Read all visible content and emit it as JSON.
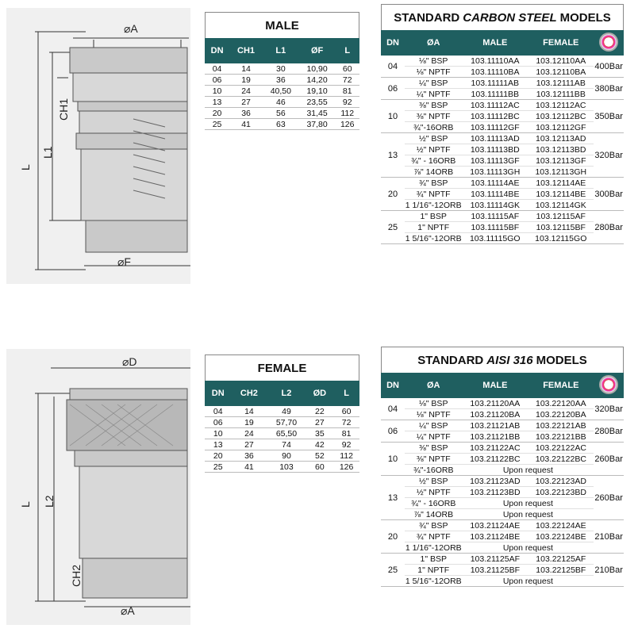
{
  "male_drawing": {
    "dim_a": "⌀A",
    "dim_f": "⌀F",
    "dim_ch1": "CH1",
    "dim_l1": "L1",
    "dim_l": "L"
  },
  "female_drawing": {
    "dim_d": "⌀D",
    "dim_a": "⌀A",
    "dim_ch2": "CH2",
    "dim_l2": "L2",
    "dim_l": "L"
  },
  "male_table": {
    "title": "MALE",
    "headers": [
      "DN",
      "CH1",
      "L1",
      "ØF",
      "L"
    ],
    "rows": [
      [
        "04",
        "14",
        "30",
        "10,90",
        "60"
      ],
      [
        "06",
        "19",
        "36",
        "14,20",
        "72"
      ],
      [
        "10",
        "24",
        "40,50",
        "19,10",
        "81"
      ],
      [
        "13",
        "27",
        "46",
        "23,55",
        "92"
      ],
      [
        "20",
        "36",
        "56",
        "31,45",
        "112"
      ],
      [
        "25",
        "41",
        "63",
        "37,80",
        "126"
      ]
    ]
  },
  "female_table": {
    "title": "FEMALE",
    "headers": [
      "DN",
      "CH2",
      "L2",
      "ØD",
      "L"
    ],
    "rows": [
      [
        "04",
        "14",
        "49",
        "22",
        "60"
      ],
      [
        "06",
        "19",
        "57,70",
        "27",
        "72"
      ],
      [
        "10",
        "24",
        "65,50",
        "35",
        "81"
      ],
      [
        "13",
        "27",
        "74",
        "42",
        "92"
      ],
      [
        "20",
        "36",
        "90",
        "52",
        "112"
      ],
      [
        "25",
        "41",
        "103",
        "60",
        "126"
      ]
    ]
  },
  "carbon_table": {
    "title_pre": "STANDARD",
    "title_em": "CARBON STEEL",
    "title_post": "MODELS",
    "headers": [
      "DN",
      "ØA",
      "MALE",
      "FEMALE"
    ],
    "pressure_icon": "pressure-gauge-icon",
    "groups": [
      {
        "dn": "04",
        "pressure": "400Bar",
        "rows": [
          [
            "⅛\" BSP",
            "103.11110AA",
            "103.12110AA"
          ],
          [
            "⅛\" NPTF",
            "103.11110BA",
            "103.12110BA"
          ]
        ]
      },
      {
        "dn": "06",
        "pressure": "380Bar",
        "rows": [
          [
            "¼\" BSP",
            "103.11111AB",
            "103.12111AB"
          ],
          [
            "¼\" NPTF",
            "103.11111BB",
            "103.12111BB"
          ]
        ]
      },
      {
        "dn": "10",
        "pressure": "350Bar",
        "rows": [
          [
            "⅜\" BSP",
            "103.11112AC",
            "103.12112AC"
          ],
          [
            "⅜\" NPTF",
            "103.11112BC",
            "103.12112BC"
          ],
          [
            "¾\"-16ORB",
            "103.11112GF",
            "103.12112GF"
          ]
        ]
      },
      {
        "dn": "13",
        "pressure": "320Bar",
        "rows": [
          [
            "½\" BSP",
            "103.11113AD",
            "103.12113AD"
          ],
          [
            "½\" NPTF",
            "103.11113BD",
            "103.12113BD"
          ],
          [
            "¾\" - 16ORB",
            "103.11113GF",
            "103.12113GF"
          ],
          [
            "⅞\" 14ORB",
            "103.11113GH",
            "103.12113GH"
          ]
        ]
      },
      {
        "dn": "20",
        "pressure": "300Bar",
        "rows": [
          [
            "¾\" BSP",
            "103.11114AE",
            "103.12114AE"
          ],
          [
            "¾\" NPTF",
            "103.11114BE",
            "103.12114BE"
          ],
          [
            "1 1/16\"-12ORB",
            "103.11114GK",
            "103.12114GK"
          ]
        ]
      },
      {
        "dn": "25",
        "pressure": "280Bar",
        "rows": [
          [
            "1\" BSP",
            "103.11115AF",
            "103.12115AF"
          ],
          [
            "1\" NPTF",
            "103.11115BF",
            "103.12115BF"
          ],
          [
            "1 5/16\"-12ORB",
            "103.11115GO",
            "103.12115GO"
          ]
        ]
      }
    ]
  },
  "aisi_table": {
    "title_pre": "STANDARD",
    "title_em": "AISI 316",
    "title_post": "MODELS",
    "headers": [
      "DN",
      "ØA",
      "MALE",
      "FEMALE"
    ],
    "pressure_icon": "pressure-gauge-icon",
    "groups": [
      {
        "dn": "04",
        "pressure": "320Bar",
        "rows": [
          [
            "⅛\" BSP",
            "103.21120AA",
            "103.22120AA"
          ],
          [
            "⅛\" NPTF",
            "103.21120BA",
            "103.22120BA"
          ]
        ]
      },
      {
        "dn": "06",
        "pressure": "280Bar",
        "rows": [
          [
            "¼\" BSP",
            "103.21121AB",
            "103.22121AB"
          ],
          [
            "¼\" NPTF",
            "103.21121BB",
            "103.22121BB"
          ]
        ]
      },
      {
        "dn": "10",
        "pressure": "260Bar",
        "rows": [
          [
            "⅜\" BSP",
            "103.21122AC",
            "103.22122AC"
          ],
          [
            "⅜\" NPTF",
            "103.21122BC",
            "103.22122BC"
          ],
          [
            "¾\"-16ORB",
            "Upon request",
            ""
          ]
        ]
      },
      {
        "dn": "13",
        "pressure": "260Bar",
        "rows": [
          [
            "½\" BSP",
            "103.21123AD",
            "103.22123AD"
          ],
          [
            "½\" NPTF",
            "103.21123BD",
            "103.22123BD"
          ],
          [
            "¾\" - 16ORB",
            "Upon request",
            ""
          ],
          [
            "⅞\" 14ORB",
            "Upon request",
            ""
          ]
        ]
      },
      {
        "dn": "20",
        "pressure": "210Bar",
        "rows": [
          [
            "¾\" BSP",
            "103.21124AE",
            "103.22124AE"
          ],
          [
            "¾\" NPTF",
            "103.21124BE",
            "103.22124BE"
          ],
          [
            "1 1/16\"-12ORB",
            "Upon request",
            ""
          ]
        ]
      },
      {
        "dn": "25",
        "pressure": "210Bar",
        "rows": [
          [
            "1\" BSP",
            "103.21125AF",
            "103.22125AF"
          ],
          [
            "1\" NPTF",
            "103.21125BF",
            "103.22125BF"
          ],
          [
            "1 5/16\"-12ORB",
            "Upon request",
            ""
          ]
        ]
      }
    ]
  }
}
